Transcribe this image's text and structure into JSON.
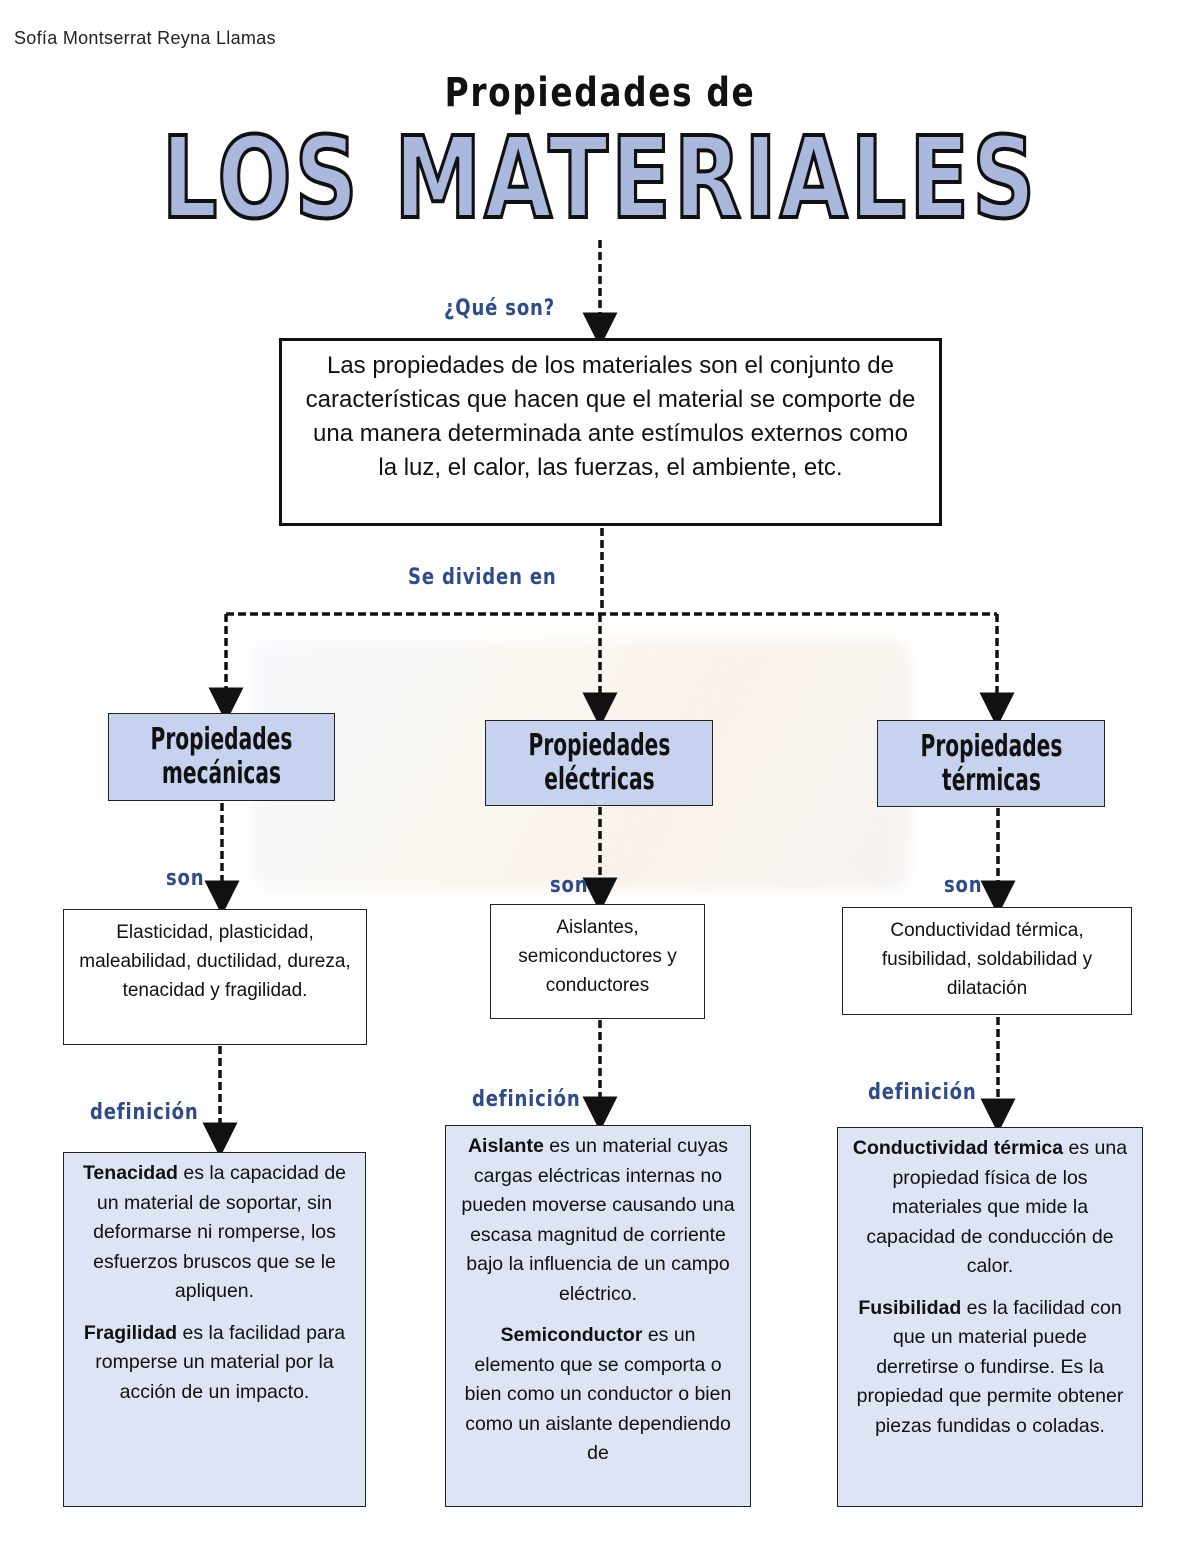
{
  "author": "Sofía Montserrat Reyna Llamas",
  "title": {
    "line1": "Propiedades de",
    "line2": "LOS MATERIALES"
  },
  "labels": {
    "que_son": "¿Qué son?",
    "se_dividen": "Se dividen en",
    "son": "son",
    "definicion": "definición"
  },
  "definition": "Las propiedades de los materiales son el conjunto de características que hacen que el material se comporte de una manera determinada ante estímulos externos como la luz, el calor, las fuerzas, el ambiente, etc.",
  "columns": [
    {
      "category_line1": "Propiedades",
      "category_line2": "mecánicas",
      "list": "Elasticidad, plasticidad, maleabilidad, ductilidad, dureza, tenacidad y fragilidad.",
      "defs": [
        {
          "term": "Tenacidad",
          "text": " es la capacidad de un material de soportar, sin deformarse ni romperse, los esfuerzos bruscos que se le apliquen."
        },
        {
          "term": "Fragilidad",
          "text": " es la facilidad para romperse un material por la acción de un impacto."
        }
      ]
    },
    {
      "category_line1": "Propiedades",
      "category_line2": "eléctricas",
      "list": "Aislantes, semiconductores y conductores",
      "defs": [
        {
          "term": "Aislante",
          "text": " es un material cuyas cargas eléctricas internas no pueden moverse causando una escasa magnitud de corriente bajo la influencia de un campo eléctrico."
        },
        {
          "term": "Semiconductor",
          "text": " es un elemento que se comporta o bien como un conductor o bien como un aislante dependiendo de"
        }
      ]
    },
    {
      "category_line1": "Propiedades",
      "category_line2": "térmicas",
      "list": "Conductividad térmica, fusibilidad, soldabilidad y dilatación",
      "defs": [
        {
          "term": "Conductividad térmica",
          "text": " es una propiedad física de los materiales que mide la capacidad de conducción de calor."
        },
        {
          "term": "Fusibilidad",
          "text": " es la facilidad con que un material puede derretirse o fundirse. Es la propiedad que permite obtener piezas fundidas o coladas."
        }
      ]
    }
  ]
}
